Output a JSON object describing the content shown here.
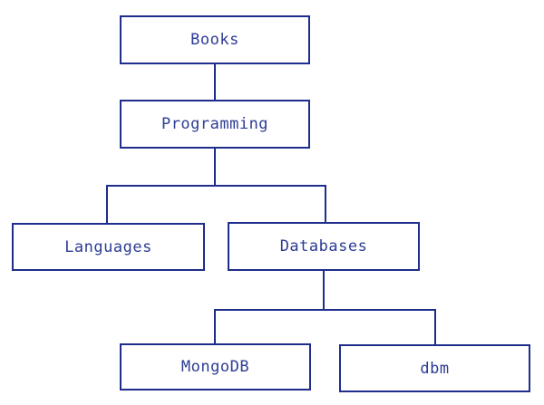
{
  "diagram": {
    "type": "tree",
    "background": "#ffffff",
    "accent_color": "#1f2d8c",
    "text_color": "#2c3b94",
    "nodes": {
      "books": {
        "label": "Books"
      },
      "programming": {
        "label": "Programming"
      },
      "languages": {
        "label": "Languages"
      },
      "databases": {
        "label": "Databases"
      },
      "mongodb": {
        "label": "MongoDB"
      },
      "dbm": {
        "label": "dbm"
      }
    },
    "edges": [
      {
        "from": "Books",
        "to": "Programming"
      },
      {
        "from": "Programming",
        "to": "Languages"
      },
      {
        "from": "Programming",
        "to": "Databases"
      },
      {
        "from": "Databases",
        "to": "MongoDB"
      },
      {
        "from": "Databases",
        "to": "dbm"
      }
    ]
  }
}
